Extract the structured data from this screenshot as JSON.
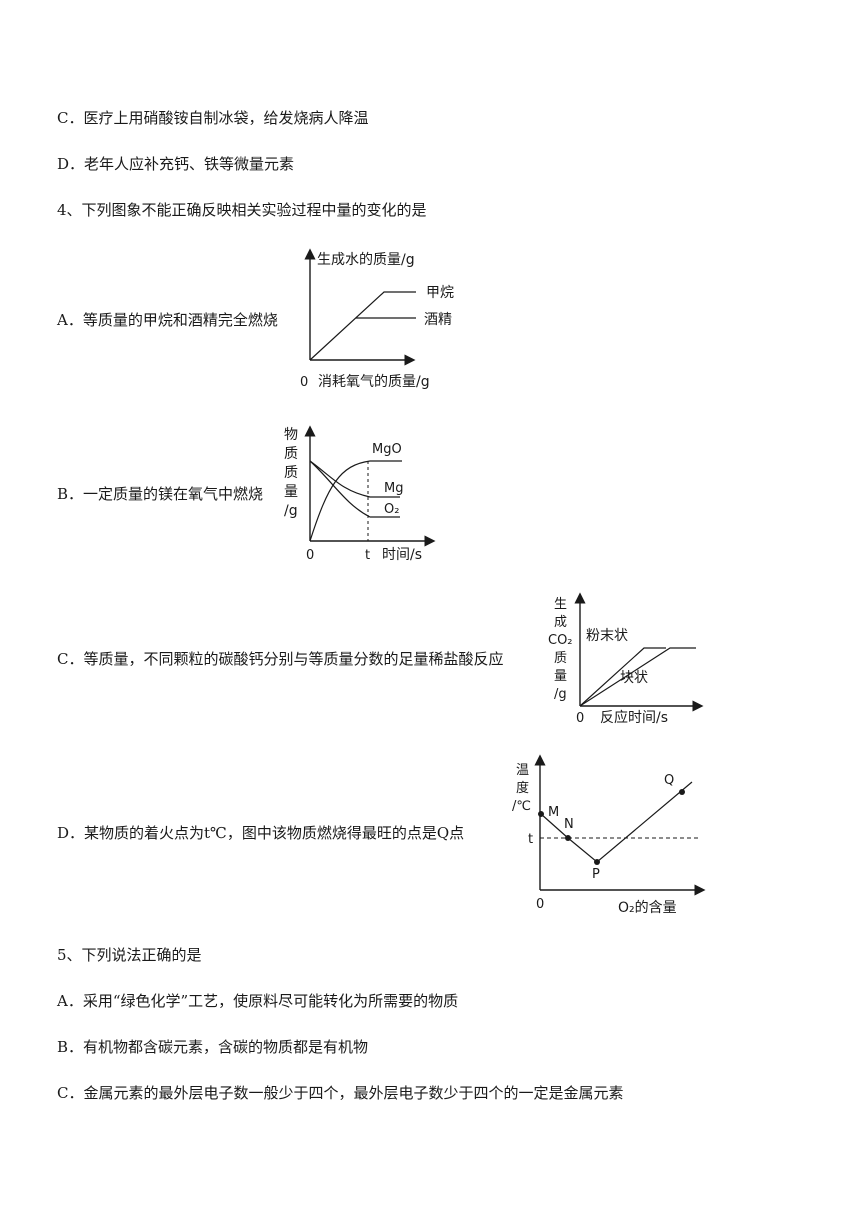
{
  "lines": {
    "c_prev": "C．医疗上用硝酸铵自制冰袋，给发烧病人降温",
    "d_prev": "D．老年人应补充钙、铁等微量元素",
    "q4": "4、下列图象不能正确反映相关实验过程中量的变化的是",
    "q5": "5、下列说法正确的是",
    "q5a": "A．采用“绿色化学”工艺，使原料尽可能转化为所需要的物质",
    "q5b": "B．有机物都含碳元素，含碳的物质都是有机物",
    "q5c": "C．金属元素的最外层电子数一般少于四个，最外层电子数少于四个的一定是金属元素"
  },
  "options": {
    "a": "A．等质量的甲烷和酒精完全燃烧",
    "b": "B．一定质量的镁在氧气中燃烧",
    "c": "C．等质量，不同颗粒的碳酸钙分别与等质量分数的足量稀盐酸反应",
    "d": "D．某物质的着火点为t℃，图中该物质燃烧得最旺的点是Q点"
  },
  "figA": {
    "ylabel": "生成水的质量/g",
    "xlabel": "消耗氧气的质量/g",
    "origin": "0",
    "series1": "甲烷",
    "series2": "酒精"
  },
  "figB": {
    "ylabel_chars": [
      "物",
      "质",
      "质",
      "量",
      "/g"
    ],
    "xlabel": "时间/s",
    "origin": "0",
    "t_tick": "t",
    "s_mgo": "MgO",
    "s_mg": "Mg",
    "s_o2": "O₂"
  },
  "figC": {
    "ylabel_chars": [
      "生",
      "成",
      "CO₂",
      "质",
      "量",
      "/g"
    ],
    "xlabel": "反应时间/s",
    "origin": "0",
    "series1": "粉末状",
    "series2": "块状"
  },
  "figD": {
    "ylabel_chars": [
      "温",
      "度",
      "/℃"
    ],
    "xlabel": "O₂的含量",
    "origin": "0",
    "t_tick": "t",
    "pM": "M",
    "pN": "N",
    "pP": "P",
    "pQ": "Q"
  }
}
